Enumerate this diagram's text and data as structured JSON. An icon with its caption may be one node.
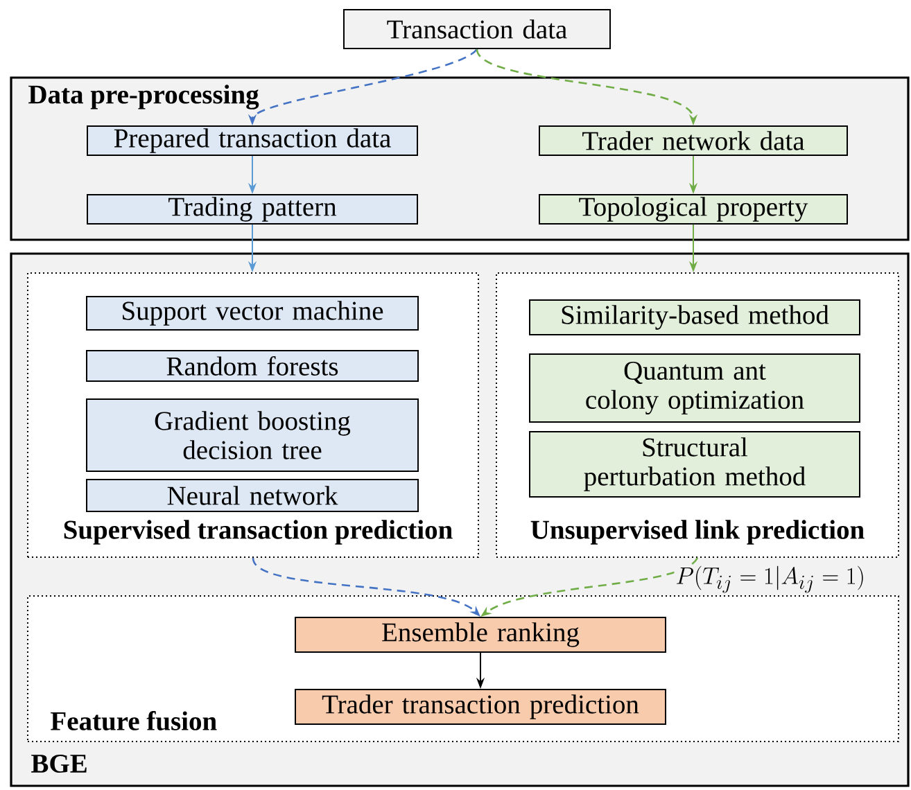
{
  "diagram": {
    "nodes": [
      {
        "text": [
          "Transaction data"
        ]
      },
      {
        "text": [
          "Data pre-processing"
        ]
      },
      {
        "text": [
          "Prepared transaction data"
        ],
        "in": 1
      },
      {
        "text": [
          "Trader network data"
        ],
        "in": 1
      },
      {
        "text": [
          "Trading pattern"
        ],
        "in": 1
      },
      {
        "text": [
          "Topological property"
        ],
        "in": 1
      },
      {
        "text": [
          "BGE"
        ]
      },
      {
        "text": [
          "Supervised transaction prediction"
        ],
        "in": 6
      },
      {
        "text": [
          "Support vector machine"
        ],
        "in": 7
      },
      {
        "text": [
          "Random forests"
        ],
        "in": 7
      },
      {
        "text": [
          "Gradient boosting decision tree"
        ],
        "in": 7
      },
      {
        "text": [
          "Neural network"
        ],
        "in": 7
      },
      {
        "text": [
          "Unsupervised link prediction"
        ],
        "in": 6
      },
      {
        "text": [
          "Similarity-based method"
        ],
        "in": 12
      },
      {
        "text": [
          "Quantum ant colony optimization"
        ],
        "in": 12
      },
      {
        "text": [
          "Structural perturbation method"
        ],
        "in": 12
      },
      {
        "text": [
          "Feature fusion"
        ],
        "in": 6
      },
      {
        "text": [
          "Ensemble ranking"
        ],
        "in": 16
      },
      {
        "text": [
          "Trader transaction prediction"
        ],
        "in": 16
      }
    ],
    "edges": [
      {
        "from": 0,
        "to": 2,
        "arrow": "to",
        "style": "dashed",
        "color": "#4472c4"
      },
      {
        "from": 0,
        "to": 3,
        "arrow": "to",
        "style": "dashed",
        "color": "#70ad47"
      },
      {
        "from": 2,
        "to": 4,
        "arrow": "to",
        "color": "#5b9bd5"
      },
      {
        "from": 3,
        "to": 5,
        "arrow": "to",
        "color": "#70ad47"
      },
      {
        "from": 4,
        "to": 7,
        "arrow": "to",
        "color": "#5b9bd5"
      },
      {
        "from": 5,
        "to": 12,
        "arrow": "to",
        "color": "#70ad47"
      },
      {
        "from": 7,
        "to": 17,
        "arrow": "to",
        "style": "dashed",
        "color": "#4472c4"
      },
      {
        "from": 12,
        "to": 17,
        "arrow": "to",
        "style": "dashed",
        "color": "#70ad47",
        "label": "P(T_{ij} = 1|A_{ij} = 1)"
      },
      {
        "from": 17,
        "to": 18,
        "arrow": "to",
        "color": "#000000"
      }
    ]
  }
}
